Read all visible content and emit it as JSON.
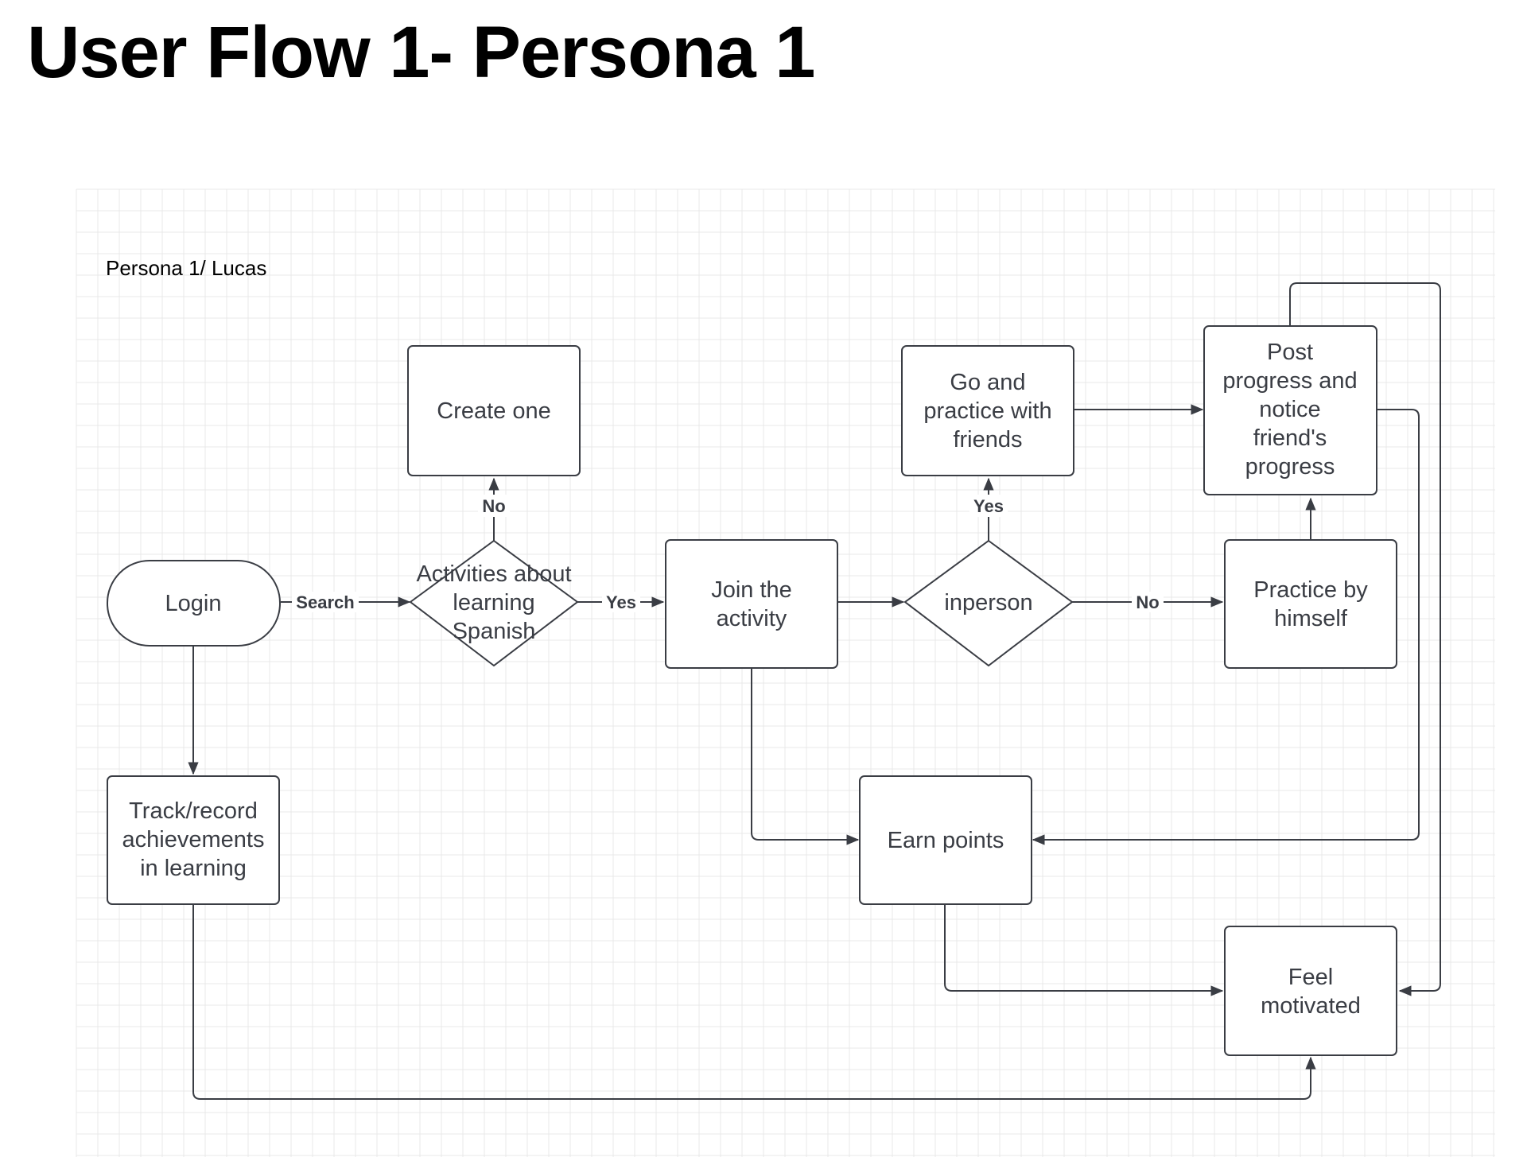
{
  "title": "User Flow 1- Persona 1",
  "canvas_label": "Persona 1/ Lucas",
  "colors": {
    "line": "#3a3d44",
    "grid": "#e8e8e8",
    "background": "#ffffff"
  },
  "nodes": {
    "login": {
      "lines": [
        "Login"
      ]
    },
    "activities": {
      "lines": [
        "Activities about",
        "learning",
        "Spanish"
      ]
    },
    "create": {
      "lines": [
        "Create one"
      ]
    },
    "join": {
      "lines": [
        "Join the",
        "activity"
      ]
    },
    "inperson": {
      "lines": [
        "inperson"
      ]
    },
    "friends": {
      "lines": [
        "Go and",
        "practice with",
        "friends"
      ]
    },
    "post": {
      "lines": [
        "Post",
        "progress and",
        "notice",
        "friend's",
        "progress"
      ]
    },
    "himself": {
      "lines": [
        "Practice by",
        "himself"
      ]
    },
    "track": {
      "lines": [
        "Track/record",
        "achievements",
        "in learning"
      ]
    },
    "earn": {
      "lines": [
        "Earn points"
      ]
    },
    "motivated": {
      "lines": [
        "Feel",
        "motivated"
      ]
    }
  },
  "edge_labels": {
    "search": "Search",
    "yes1": "Yes",
    "no1": "No",
    "yes2": "Yes",
    "no2": "No"
  }
}
